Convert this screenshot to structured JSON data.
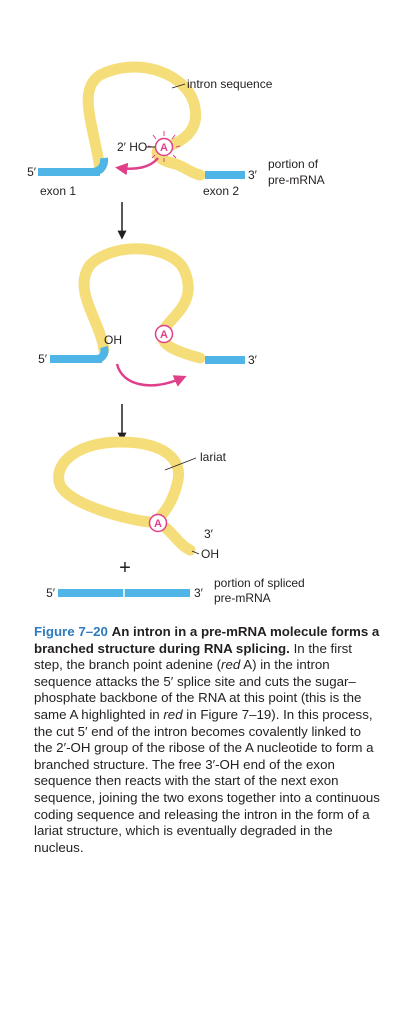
{
  "colors": {
    "intron": "#f5de7a",
    "exon": "#4fb5e6",
    "arrow": "#e0408a",
    "adenine_ring": "#e0408a",
    "caption_figure_number": "#2e7bbf",
    "text": "#231f20"
  },
  "step1": {
    "intron_label": "intron sequence",
    "two_prime_ho": "2′ HO",
    "adenine": "A",
    "five_prime": "5′",
    "three_prime": "3′",
    "exon1_label": "exon 1",
    "exon2_label": "exon 2",
    "portion_line1": "portion of",
    "portion_line2": "pre-mRNA"
  },
  "step2": {
    "oh": "OH",
    "adenine": "A",
    "five_prime": "5′",
    "three_prime": "3′"
  },
  "step3": {
    "lariat_label": "lariat",
    "adenine": "A",
    "three_prime": "3′",
    "oh": "OH",
    "plus": "+",
    "five_prime": "5′",
    "three_prime_exon": "3′",
    "spliced_line1": "portion of spliced",
    "spliced_line2": "pre-mRNA"
  },
  "caption": {
    "figure_number": "Figure 7–20",
    "title": "An intron in a pre-mRNA molecule forms a branched structure during RNA splicing.",
    "body_part1": "In the first step, the branch point adenine (",
    "red_a": "red",
    "body_part2": " A) in the intron sequence attacks the 5′ splice site and cuts the sugar–phosphate backbone of the RNA at this point (this is the same A highlighted in ",
    "red_word": "red",
    "body_part3": " in Figure 7–19). In this process, the cut 5′ end of the intron becomes covalently linked to the 2′-OH group of the ribose of the A nucleotide to form a branched structure. The free 3′-OH end of the exon sequence then reacts with the start of the next exon sequence, joining the two exons together into a continuous coding sequence and releasing the intron in the form of a lariat structure, which is eventually degraded in the nucleus."
  }
}
